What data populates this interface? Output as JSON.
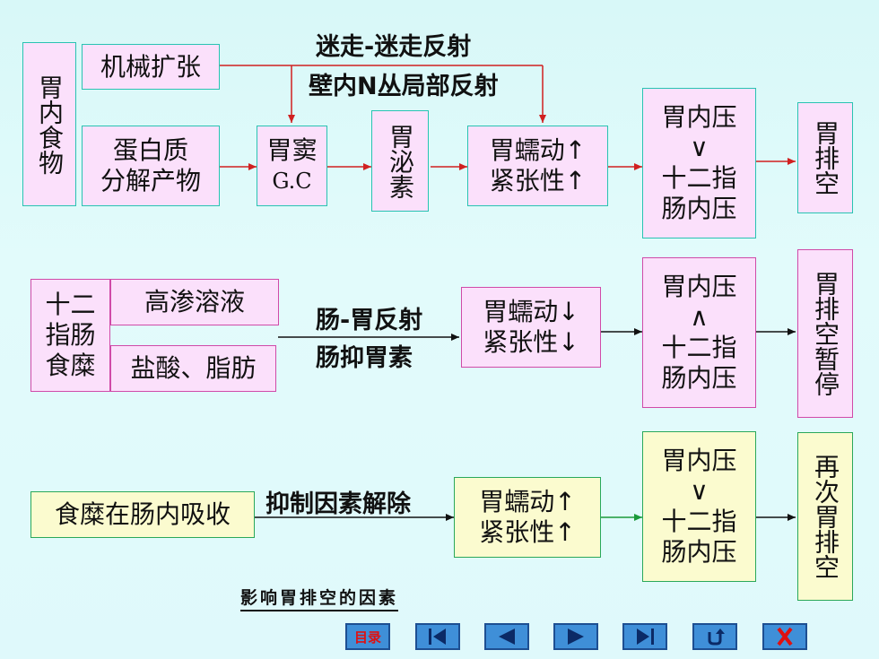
{
  "row1": {
    "stomach_food": "胃内食物",
    "mech_expand": "机械扩张",
    "protein_line1": "蛋白质",
    "protein_line2": "分解产物",
    "antrum_line1": "胃窦",
    "antrum_line2": "G.C",
    "gastrin": "胃泌素",
    "motility_line1": "胃蠕动↑",
    "motility_line2": "紧张性↑",
    "pressure_line1": "胃内压",
    "pressure_line2": "∨",
    "pressure_line3": "十二指",
    "pressure_line4": "肠内压",
    "result": "胃排空",
    "reflex_line1": "迷走-迷走反射",
    "reflex_line2": "壁内N丛局部反射"
  },
  "row2": {
    "duodenum_line1": "十二",
    "duodenum_line2": "指肠",
    "duodenum_line3": "食糜",
    "hyperosmotic": "高渗溶液",
    "acid_fat": "盐酸、脂肪",
    "reflex_line1": "肠-胃反射",
    "reflex_line2": "肠抑胃素",
    "motility_line1": "胃蠕动↓",
    "motility_line2": "紧张性↓",
    "pressure_line1": "胃内压",
    "pressure_line2": "∧",
    "pressure_line3": "十二指",
    "pressure_line4": "肠内压",
    "result": "胃排空暂停"
  },
  "row3": {
    "absorb": "食糜在肠内吸收",
    "release": "抑制因素解除",
    "motility_line1": "胃蠕动↑",
    "motility_line2": "紧张性↑",
    "pressure_line1": "胃内压",
    "pressure_line2": "∨",
    "pressure_line3": "十二指",
    "pressure_line4": "肠内压",
    "result": "再次胃排空"
  },
  "caption": "影响胃排空的因素",
  "nav": {
    "menu_label": "目录",
    "accent": "#3f8fd8",
    "exit_color": "#e01010"
  }
}
